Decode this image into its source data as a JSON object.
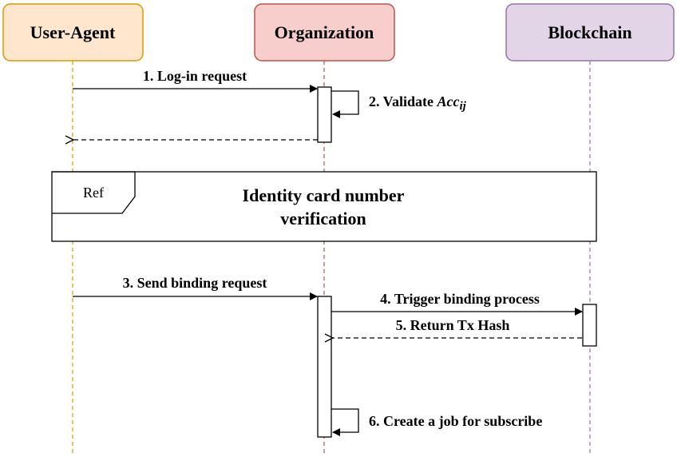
{
  "actors": [
    {
      "label": "User-Agent",
      "fill": "#ffe6cc",
      "stroke": "#d79b00"
    },
    {
      "label": "Organization",
      "fill": "#f8cecc",
      "stroke": "#b85450"
    },
    {
      "label": "Blockchain",
      "fill": "#e1d5e7",
      "stroke": "#9673a6"
    }
  ],
  "messages": {
    "m1": "1. Log-in request",
    "m2_prefix": "2. Validate ",
    "m2_var": "Acc",
    "m2_sub": "ij",
    "m3": "3. Send binding request",
    "m4": "4. Trigger binding process",
    "m5": "5. Return Tx Hash",
    "m6": "6. Create a job for subscribe"
  },
  "ref": {
    "tag": "Ref",
    "title_line1": "Identity card number",
    "title_line2": "verification"
  }
}
